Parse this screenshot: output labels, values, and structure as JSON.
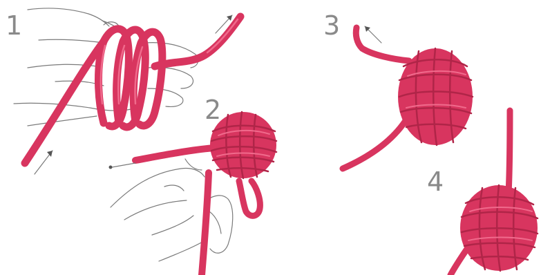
{
  "steps": [
    {
      "label": "1"
    },
    {
      "label": "2"
    },
    {
      "label": "3"
    },
    {
      "label": "4"
    }
  ],
  "colors": {
    "rope": "#d8355f",
    "rope_shadow": "#b02548",
    "rope_highlight": "#f06a8c",
    "hand_outline": "#7a7a7a",
    "step_number": "#8a8a8a"
  },
  "icons": [
    "hand-icon",
    "arrow-icon",
    "rope-icon",
    "knot-icon"
  ]
}
